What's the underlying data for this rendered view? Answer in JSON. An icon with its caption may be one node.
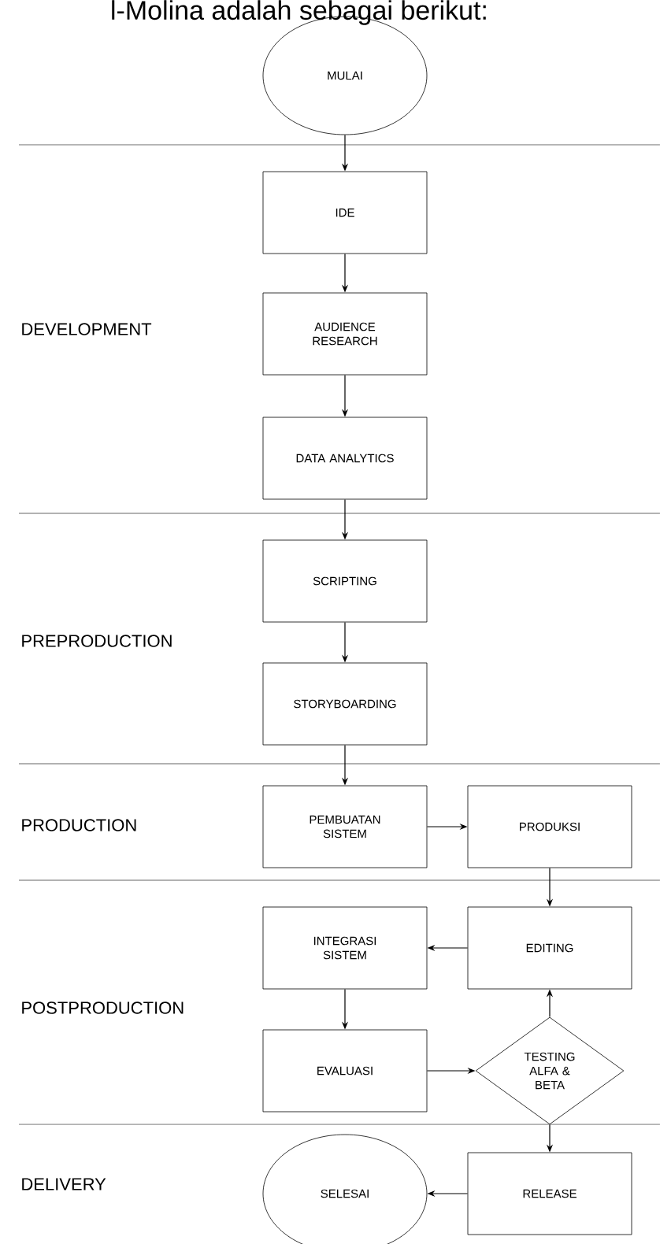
{
  "diagram": {
    "nodes": [
      {
        "text": [
          "MULAI"
        ]
      },
      {
        "text": [
          "IDE"
        ]
      },
      {
        "text": [
          "AUDIENCE RESEARCH"
        ]
      },
      {
        "text": [
          "DATA ANALYTICS"
        ]
      },
      {
        "text": [
          "SCRIPTING"
        ]
      },
      {
        "text": [
          "STORYBOARDING"
        ]
      },
      {
        "text": [
          "PEMBUATAN SISTEM"
        ]
      },
      {
        "text": [
          "PRODUKSI"
        ]
      },
      {
        "text": [
          "INTEGRASI SISTEM"
        ]
      },
      {
        "text": [
          "EDITING"
        ]
      },
      {
        "text": [
          "EVALUASI"
        ]
      },
      {
        "text": [
          "TESTING ALFA & BETA"
        ]
      },
      {
        "text": [
          "SELESAI"
        ]
      },
      {
        "text": [
          "RELEASE"
        ]
      }
    ],
    "edges": [
      {
        "from": 0,
        "to": 1,
        "arrow": "to"
      },
      {
        "from": 1,
        "to": 2,
        "arrow": "to"
      },
      {
        "from": 2,
        "to": 3,
        "arrow": "to"
      },
      {
        "from": 3,
        "to": 4,
        "arrow": "to"
      },
      {
        "from": 4,
        "to": 5,
        "arrow": "to"
      },
      {
        "from": 5,
        "to": 6,
        "arrow": "to"
      },
      {
        "from": 6,
        "to": 7,
        "arrow": "to"
      },
      {
        "from": 7,
        "to": 9,
        "arrow": "to"
      },
      {
        "from": 9,
        "to": 8,
        "arrow": "to"
      },
      {
        "from": 8,
        "to": 10,
        "arrow": "to"
      },
      {
        "from": 10,
        "to": 11,
        "arrow": "to"
      },
      {
        "from": 11,
        "to": 9,
        "arrow": "to"
      },
      {
        "from": 11,
        "to": 13,
        "arrow": "to"
      },
      {
        "from": 13,
        "to": 12,
        "arrow": "to"
      }
    ],
    "labels": [
      "l-Molina adalah sebagai berikut:",
      "DEVELOPMENT",
      "PREPRODUCTION",
      "PRODUCTION",
      "POSTPRODUCTION",
      "DELIVERY"
    ]
  }
}
